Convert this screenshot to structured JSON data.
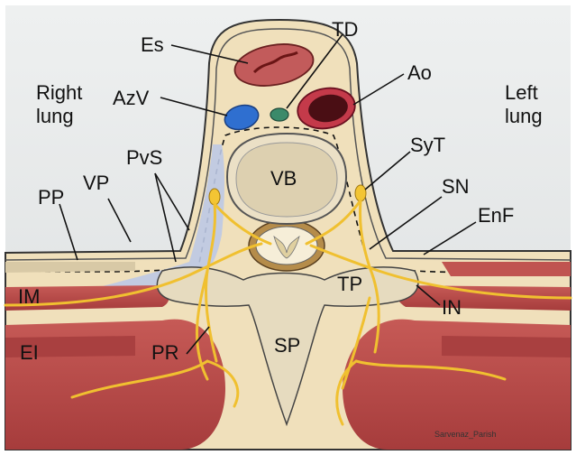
{
  "diagram": {
    "labels": {
      "es": "Es",
      "td": "TD",
      "ao": "Ao",
      "azv": "AzV",
      "right_lung_1": "Right",
      "right_lung_2": "lung",
      "left_lung_1": "Left",
      "left_lung_2": "lung",
      "syt": "SyT",
      "pvs": "PvS",
      "vp": "VP",
      "pp": "PP",
      "vb": "VB",
      "sn": "SN",
      "enf": "EnF",
      "im": "IM",
      "tp": "TP",
      "in": "IN",
      "ei": "EI",
      "pr": "PR",
      "sp": "SP"
    },
    "signature": "Sarvenaz_Parish"
  },
  "colors": {
    "background": "#e4e6e6",
    "tissue": "#f2e3bf",
    "tissue_light": "#f6ead0",
    "muscle": "#b64a48",
    "muscle_dark": "#8e2f2f",
    "bone": "#e8dcc1",
    "nerve": "#f0c030",
    "azygos": "#2f6fd0",
    "aorta": "#c43a4a",
    "paravertebral": "#b9c6e4",
    "esophagus": "#c05a5a"
  }
}
